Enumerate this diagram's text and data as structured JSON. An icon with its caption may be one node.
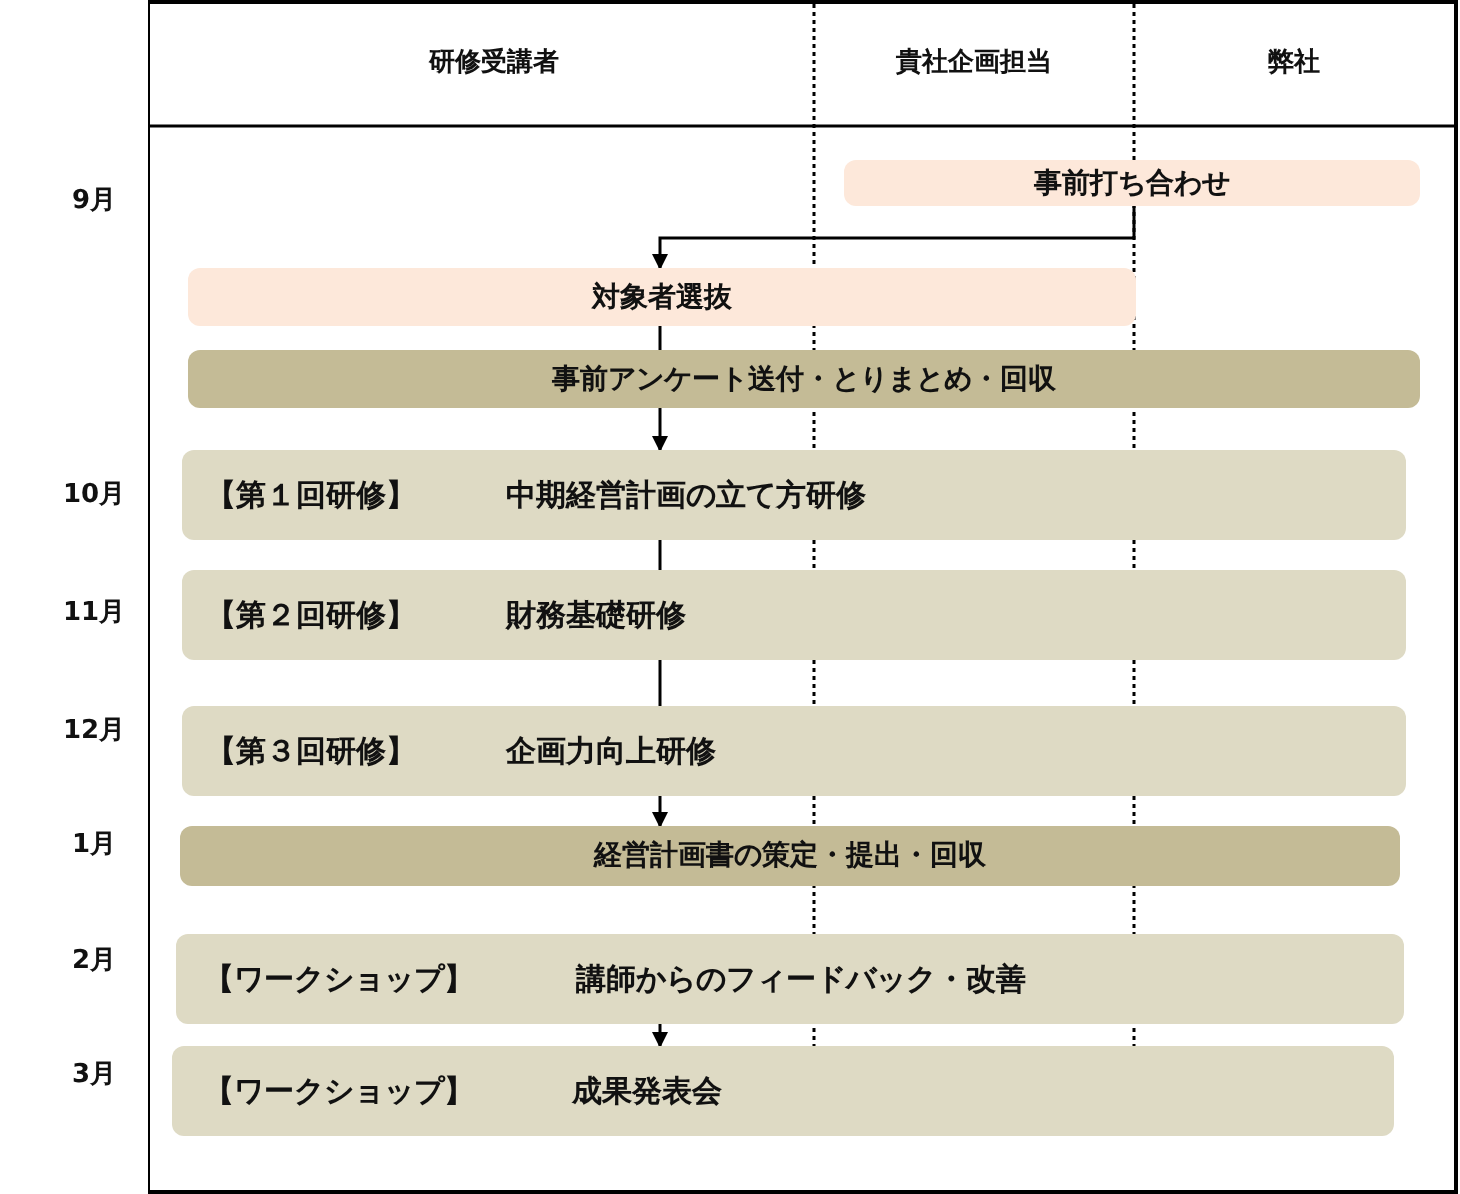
{
  "diagram": {
    "nodes": [
      {
        "text": [
          "事前打ち合わせ"
        ]
      },
      {
        "text": [
          "対象者選抜"
        ]
      },
      {
        "text": [
          "事前アンケート送付・とりまとめ・回収"
        ]
      },
      {
        "text": [
          "【第１回研修】",
          "中期経営計画の立て方研修"
        ]
      },
      {
        "text": [
          "【第２回研修】",
          "財務基礎研修"
        ]
      },
      {
        "text": [
          "【第３回研修】",
          "企画力向上研修"
        ]
      },
      {
        "text": [
          "経営計画書の策定・提出・回収"
        ]
      },
      {
        "text": [
          "【ワークショップ】",
          "講師からのフィードバック・改善"
        ]
      },
      {
        "text": [
          "【ワークショップ】",
          "成果発表会"
        ]
      }
    ],
    "edges": [
      {
        "from": 0,
        "to": 1,
        "arrow": "to"
      },
      {
        "from": 1,
        "to": 2,
        "arrow": "none"
      },
      {
        "from": 2,
        "to": 3,
        "arrow": "to"
      },
      {
        "from": 3,
        "to": 4,
        "arrow": "none"
      },
      {
        "from": 4,
        "to": 5,
        "arrow": "none"
      },
      {
        "from": 5,
        "to": 6,
        "arrow": "to"
      },
      {
        "from": 7,
        "to": 8,
        "arrow": "to"
      }
    ],
    "labels": [
      "研修受講者",
      "貴社企画担当",
      "弊社",
      "9月",
      "10月",
      "11月",
      "12月",
      "1月",
      "2月",
      "3月"
    ]
  }
}
